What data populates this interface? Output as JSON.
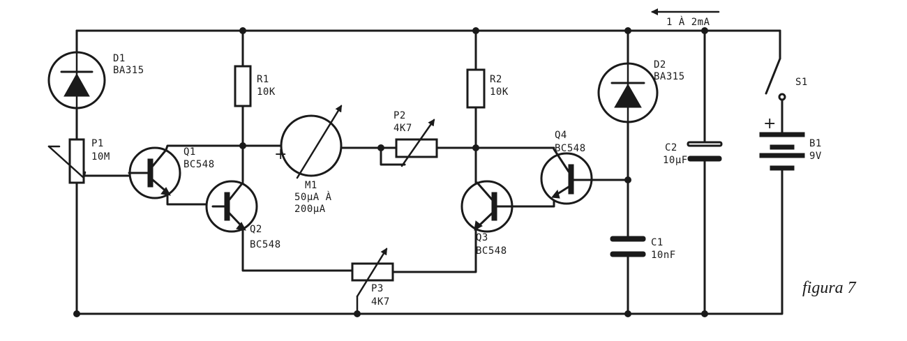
{
  "components": {
    "d1": {
      "ref": "D1",
      "value": "BA315"
    },
    "d2": {
      "ref": "D2",
      "value": "BA315"
    },
    "r1": {
      "ref": "R1",
      "value": "10K"
    },
    "r2": {
      "ref": "R2",
      "value": "10K"
    },
    "p1": {
      "ref": "P1",
      "value": "10M"
    },
    "p2": {
      "ref": "P2",
      "value": "4K7"
    },
    "p3": {
      "ref": "P3",
      "value": "4K7"
    },
    "q1": {
      "ref": "Q1",
      "value": "BC548"
    },
    "q2": {
      "ref": "Q2",
      "value": "BC548"
    },
    "q3": {
      "ref": "Q3",
      "value": "BC548"
    },
    "q4": {
      "ref": "Q4",
      "value": "BC548"
    },
    "m1": {
      "ref": "M1",
      "value_line1": "50μA À",
      "value_line2": "200μA",
      "polarity": "+"
    },
    "c1": {
      "ref": "C1",
      "value": "10nF"
    },
    "c2": {
      "ref": "C2",
      "value": "10μF"
    },
    "s1": {
      "ref": "S1"
    },
    "b1": {
      "ref": "B1",
      "value": "9V",
      "polarity": "+"
    }
  },
  "current_label": "1 À 2mA",
  "caption": "figura 7"
}
